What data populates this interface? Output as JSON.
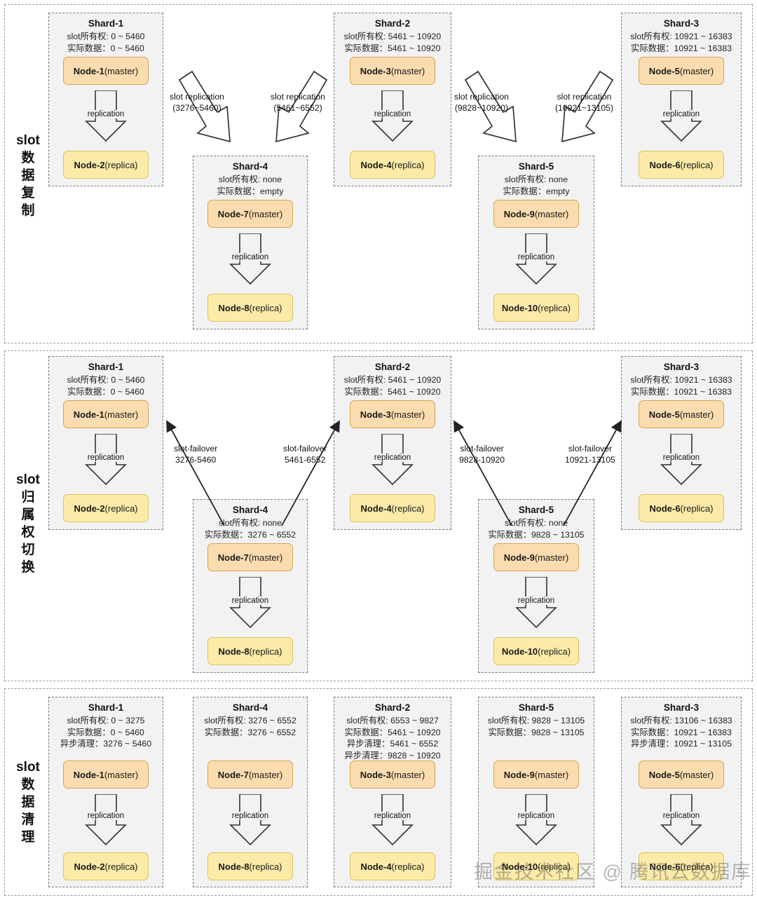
{
  "panels": [
    {
      "id": "slot-data-replication",
      "stage_label": "slot\n数\n据\n复\n制",
      "stage_label_lines": [
        "slot",
        "数",
        "据",
        "复",
        "制"
      ]
    },
    {
      "id": "slot-ownership-failover",
      "stage_label_lines": [
        "slot",
        "归",
        "属",
        "权",
        "切",
        "换"
      ]
    },
    {
      "id": "slot-data-cleanup",
      "stage_label_lines": [
        "slot",
        "数",
        "据",
        "清",
        "理"
      ]
    }
  ],
  "labels": {
    "ownership_prefix": "slot所有权:",
    "actual_data_prefix": "实际数据：",
    "async_cleanup_prefix": "异步清理：",
    "replication_caption": "replication",
    "master_role": "(master)",
    "replica_role": "(replica)"
  },
  "colors": {
    "master_fill": "#fbdcaf",
    "master_border": "#d6a356",
    "replica_fill": "#fceba8",
    "replica_border": "#ddc05c",
    "shard_fill": "#f2f2f2",
    "shard_border": "#7d7d7d",
    "panel_border": "#9a9a9a"
  },
  "panel1": {
    "shards": [
      {
        "title": "Shard-1",
        "ownership": "slot所有权: 0 ~ 5460",
        "actual": "实际数据：0 ~ 5460",
        "master": "Node-1",
        "master_role": "(master)",
        "replica": "Node-2",
        "replica_role": "(replica)",
        "repl": "replication"
      },
      {
        "title": "Shard-2",
        "ownership": "slot所有权: 5461 ~ 10920",
        "actual": "实际数据：5461 ~ 10920",
        "master": "Node-3",
        "master_role": "(master)",
        "replica": "Node-4",
        "replica_role": "(replica)",
        "repl": "replication"
      },
      {
        "title": "Shard-3",
        "ownership": "slot所有权: 10921 ~ 16383",
        "actual": "实际数据：10921 ~ 16383",
        "master": "Node-5",
        "master_role": "(master)",
        "replica": "Node-6",
        "replica_role": "(replica)",
        "repl": "replication"
      },
      {
        "title": "Shard-4",
        "ownership": "slot所有权: none",
        "actual": "实际数据：empty",
        "master": "Node-7",
        "master_role": "(master)",
        "replica": "Node-8",
        "replica_role": "(replica)",
        "repl": "replication"
      },
      {
        "title": "Shard-5",
        "ownership": "slot所有权: none",
        "actual": "实际数据：empty",
        "master": "Node-9",
        "master_role": "(master)",
        "replica": "Node-10",
        "replica_role": "(replica)",
        "repl": "replication"
      }
    ],
    "arrows": [
      {
        "line1": "slot replication",
        "line2": "(3276~5460)"
      },
      {
        "line1": "slot replication",
        "line2": "(5461~6552)"
      },
      {
        "line1": "slot replication",
        "line2": "(9828~10920)"
      },
      {
        "line1": "slot replication",
        "line2": "(10921~13105)"
      }
    ]
  },
  "panel2": {
    "shards": [
      {
        "title": "Shard-1",
        "ownership": "slot所有权: 0 ~ 5460",
        "actual": "实际数据：0 ~ 5460",
        "master": "Node-1",
        "master_role": "(master)",
        "replica": "Node-2",
        "replica_role": "(replica)",
        "repl": "replication"
      },
      {
        "title": "Shard-2",
        "ownership": "slot所有权: 5461 ~ 10920",
        "actual": "实际数据：5461 ~ 10920",
        "master": "Node-3",
        "master_role": "(master)",
        "replica": "Node-4",
        "replica_role": "(replica)",
        "repl": "replication"
      },
      {
        "title": "Shard-3",
        "ownership": "slot所有权: 10921 ~ 16383",
        "actual": "实际数据：10921 ~ 16383",
        "master": "Node-5",
        "master_role": "(master)",
        "replica": "Node-6",
        "replica_role": "(replica)",
        "repl": "replication"
      },
      {
        "title": "Shard-4",
        "ownership": "slot所有权: none",
        "actual": "实际数据：3276 ~ 6552",
        "master": "Node-7",
        "master_role": "(master)",
        "replica": "Node-8",
        "replica_role": "(replica)",
        "repl": "replication"
      },
      {
        "title": "Shard-5",
        "ownership": "slot所有权: none",
        "actual": "实际数据：9828 ~ 13105",
        "master": "Node-9",
        "master_role": "(master)",
        "replica": "Node-10",
        "replica_role": "(replica)",
        "repl": "replication"
      }
    ],
    "arrows": [
      {
        "line1": "slot-failover",
        "line2": "3276-5460"
      },
      {
        "line1": "slot-failover",
        "line2": "5461-6552"
      },
      {
        "line1": "slot-failover",
        "line2": "9828-10920"
      },
      {
        "line1": "slot-failover",
        "line2": "10921-13105"
      }
    ]
  },
  "panel3": {
    "shards": [
      {
        "title": "Shard-1",
        "ownership": "slot所有权: 0 ~ 3275",
        "actual": "实际数据：0 ~ 5460",
        "cleanup1": "异步清理：3276 ~ 5460",
        "cleanup2": "",
        "master": "Node-1",
        "master_role": "(master)",
        "replica": "Node-2",
        "replica_role": "(replica)",
        "repl": "replication"
      },
      {
        "title": "Shard-4",
        "ownership": "slot所有权: 3276 ~ 6552",
        "actual": "实际数据：3276 ~ 6552",
        "cleanup1": "",
        "cleanup2": "",
        "master": "Node-7",
        "master_role": "(master)",
        "replica": "Node-8",
        "replica_role": "(replica)",
        "repl": "replication"
      },
      {
        "title": "Shard-2",
        "ownership": "slot所有权: 6553 ~ 9827",
        "actual": "实际数据：5461 ~ 10920",
        "cleanup1": "异步清理：5461 ~ 6552",
        "cleanup2": "异步清理：9828 ~ 10920",
        "master": "Node-3",
        "master_role": "(master)",
        "replica": "Node-4",
        "replica_role": "(replica)",
        "repl": "replication"
      },
      {
        "title": "Shard-5",
        "ownership": "slot所有权: 9828 ~ 13105",
        "actual": "实际数据：9828 ~ 13105",
        "cleanup1": "",
        "cleanup2": "",
        "master": "Node-9",
        "master_role": "(master)",
        "replica": "Node-10",
        "replica_role": "(replica)",
        "repl": "replication"
      },
      {
        "title": "Shard-3",
        "ownership": "slot所有权: 13106 ~ 16383",
        "actual": "实际数据：10921 ~ 16383",
        "cleanup1": "异步清理：10921 ~ 13105",
        "cleanup2": "",
        "master": "Node-5",
        "master_role": "(master)",
        "replica": "Node-6",
        "replica_role": "(replica)",
        "repl": "replication"
      }
    ]
  },
  "watermark": "掘金技术社区 @ 腾讯云数据库"
}
